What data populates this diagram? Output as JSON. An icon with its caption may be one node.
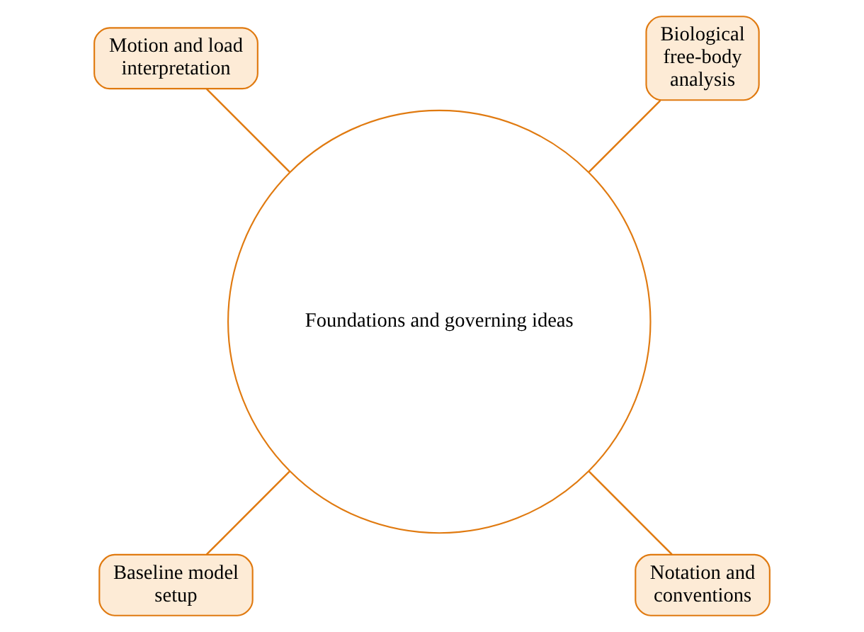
{
  "diagram": {
    "nodes": [
      {
        "text": [
          "Foundations and governing ideas"
        ]
      },
      {
        "text": [
          "Biological free-body analysis"
        ]
      },
      {
        "text": [
          "Motion and load interpretation"
        ]
      },
      {
        "text": [
          "Baseline model setup"
        ]
      },
      {
        "text": [
          "Notation and conventions"
        ]
      }
    ],
    "edges": [
      {
        "from": 0,
        "to": 1,
        "arrow": "none"
      },
      {
        "from": 0,
        "to": 2,
        "arrow": "none"
      },
      {
        "from": 0,
        "to": 3,
        "arrow": "none"
      },
      {
        "from": 0,
        "to": 4,
        "arrow": "none"
      }
    ]
  }
}
